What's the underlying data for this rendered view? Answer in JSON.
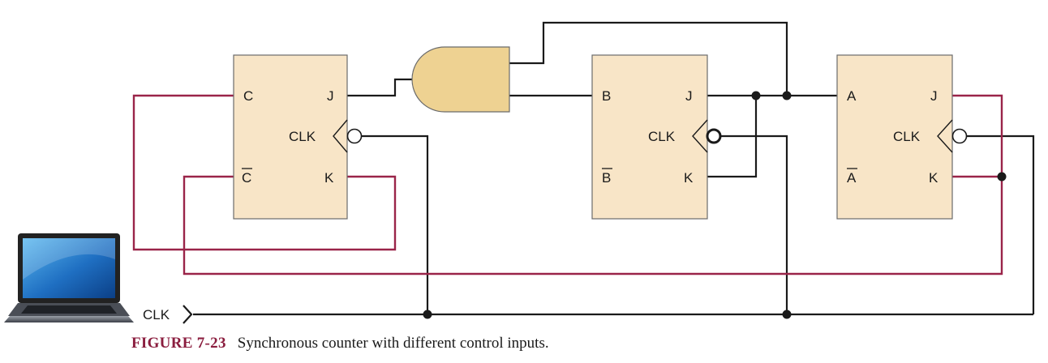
{
  "caption": {
    "figure_label": "FIGURE 7-23",
    "text": "Synchronous counter with different control inputs."
  },
  "flip_flops": [
    {
      "id": "ff-c",
      "q_label": "C",
      "qbar_label": "C",
      "j_label": "J",
      "k_label": "K",
      "clk_label": "CLK"
    },
    {
      "id": "ff-b",
      "q_label": "B",
      "qbar_label": "B",
      "j_label": "J",
      "k_label": "K",
      "clk_label": "CLK"
    },
    {
      "id": "ff-a",
      "q_label": "A",
      "qbar_label": "A",
      "j_label": "J",
      "k_label": "K",
      "clk_label": "CLK"
    }
  ],
  "clock_input_label": "CLK",
  "icons": {
    "computer": "laptop-icon",
    "gate": "and-gate-icon"
  },
  "colors": {
    "ff_fill": "#f8e5c7",
    "gate_fill": "#eed292",
    "wire_black": "#1a1a1a",
    "wire_red": "#9a2449",
    "caption_label": "#8b1e3f"
  }
}
